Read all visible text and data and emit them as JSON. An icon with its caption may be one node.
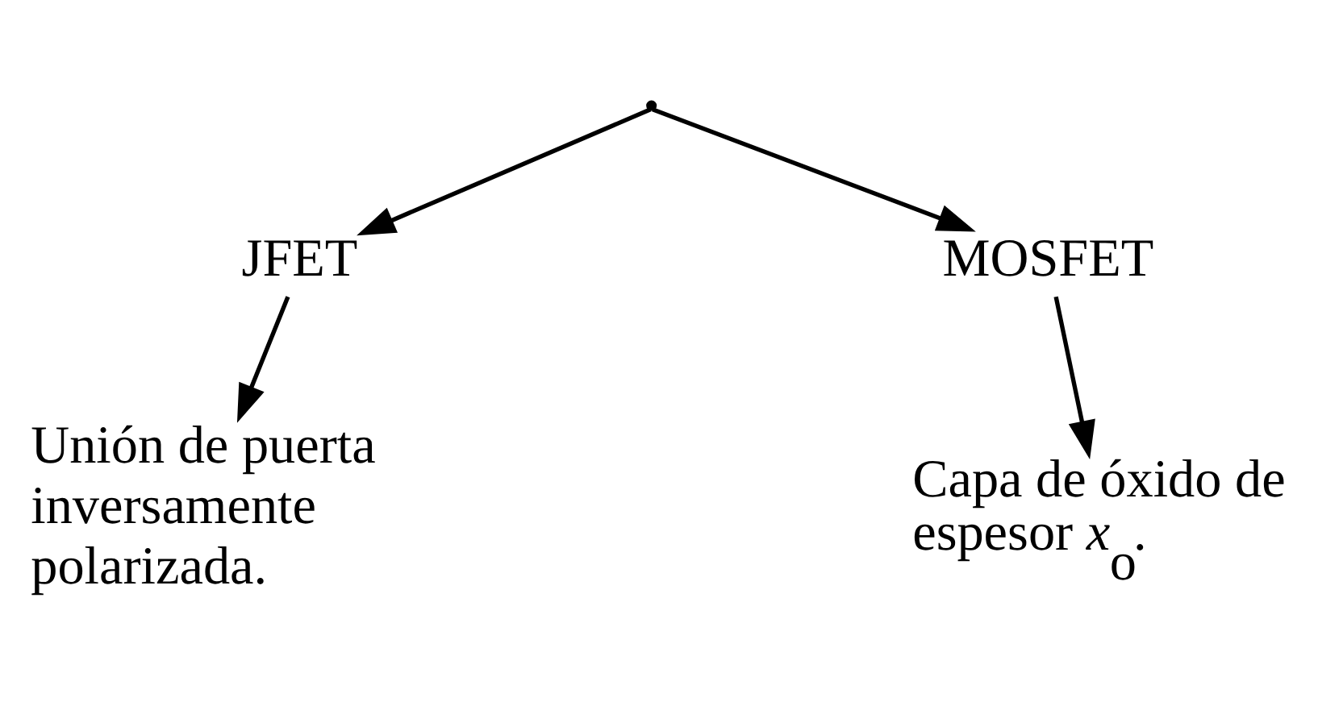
{
  "diagram": {
    "nodes": [
      {
        "text": [],
        "shape": "point"
      },
      {
        "text": [
          "JFET"
        ]
      },
      {
        "text": [
          "MOSFET"
        ]
      },
      {
        "text": [
          "Unión de puerta inversamente polarizada."
        ]
      },
      {
        "text": [
          "Capa de óxido de espesor *x*$_{o}$."
        ]
      }
    ],
    "edges": [
      {
        "from": 0,
        "to": 1,
        "arrow": "to"
      },
      {
        "from": 0,
        "to": 2,
        "arrow": "to"
      },
      {
        "from": 1,
        "to": 3,
        "arrow": "to"
      },
      {
        "from": 2,
        "to": 4,
        "arrow": "to"
      }
    ]
  }
}
